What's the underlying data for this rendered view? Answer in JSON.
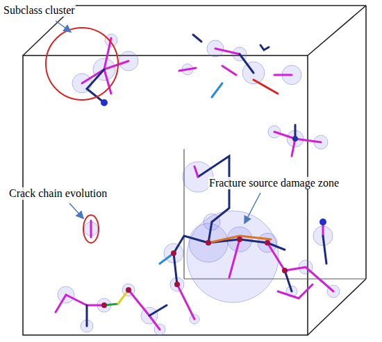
{
  "diagram": {
    "labels": [
      "Subclass cluster",
      "Crack chain evolution",
      "Fracture source damage zone"
    ]
  }
}
